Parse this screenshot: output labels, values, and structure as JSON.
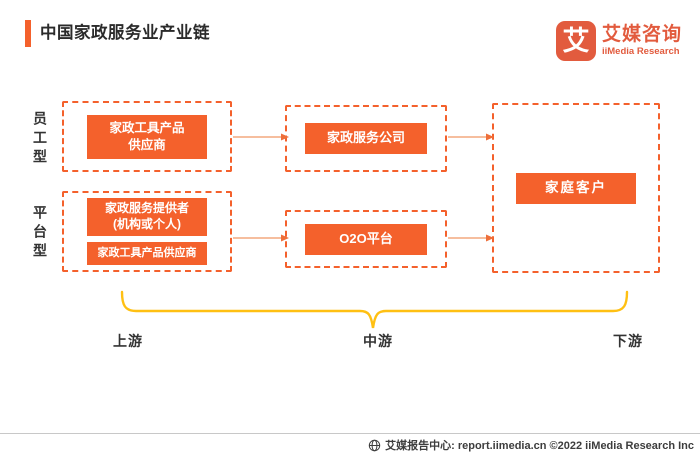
{
  "header": {
    "title": "中国家政服务业产业链"
  },
  "logo": {
    "icon_glyph": "艾",
    "brand_cn": "艾媒咨询",
    "brand_en": "iiMedia Research"
  },
  "diagram": {
    "row1": {
      "label": "员工型",
      "box1_line1": "家政工具产品",
      "box1_line2": "供应商",
      "box2": "家政服务公司"
    },
    "row2": {
      "label": "平台型",
      "box1_line1": "家政服务提供者",
      "box1_line2": "(机构或个人)",
      "box2": "家政工具产品供应商",
      "box3": "O2O平台"
    },
    "downstream_box": "家庭客户",
    "stages": {
      "up": "上游",
      "mid": "中游",
      "down": "下游"
    }
  },
  "footer": {
    "credit": "艾媒报告中心: report.iimedia.cn  ©2022  iiMedia Research Inc"
  },
  "colors": {
    "accent_orange": "#F4612C",
    "logo_orange": "#E25B3E",
    "brace_gold": "#FFC013",
    "arrow_line": "#F3A97E",
    "arrow_head": "#EE6F3A"
  }
}
